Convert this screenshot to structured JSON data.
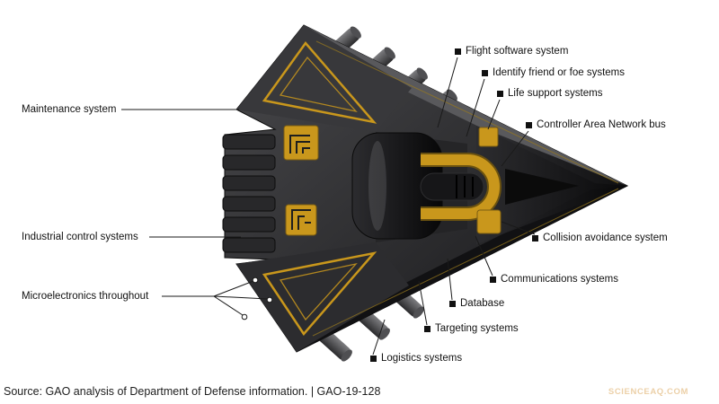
{
  "diagram": {
    "labels": {
      "maintenance": "Maintenance system",
      "industrial_control": "Industrial control systems",
      "microelectronics": "Microelectronics throughout",
      "flight_software": "Flight software system",
      "iff": "Identify friend or foe systems",
      "life_support": "Life support systems",
      "can_bus": "Controller Area Network bus",
      "collision_avoidance": "Collision avoidance system",
      "communications": "Communications systems",
      "database": "Database",
      "targeting": "Targeting systems",
      "logistics": "Logistics systems"
    }
  },
  "footer": {
    "source_text": "Source: GAO analysis of Department of Defense information.  |  GAO-19-128"
  },
  "watermark": "SCIENCEAQ.COM",
  "colors": {
    "accent_gold": "#C9971C",
    "body_dark": "#1A1A1A",
    "leader_line": "#1A1A1A",
    "watermark_tan": "#ECD0A8"
  }
}
